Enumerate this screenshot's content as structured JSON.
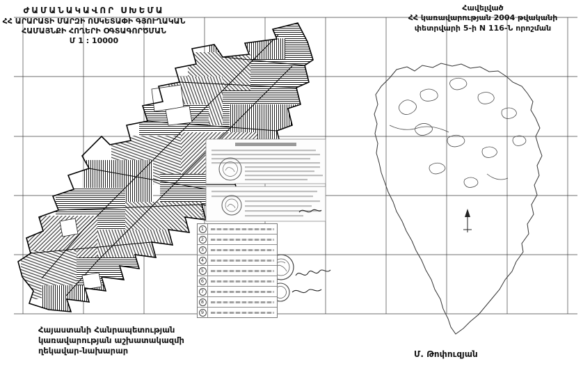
{
  "titles": {
    "scheme": {
      "line1": "ԺԱՄԱՆԱԿԱՎՈՐ ՍԽԵՄԱ",
      "line2": "ՀՀ ԱՐԱՐԱՏԻ ՄԱՐԶԻ ՈՍԿԵՏԱՓԻ ԳՅՈՒՂԱԿԱՆ",
      "line3": "ՀԱՄԱՅՆՔԻ ՀՈՂԵՐԻ ՕԳՏԱԳՈՐԾՄԱՆ",
      "line4": "Մ 1 : 10000"
    },
    "annex": {
      "line1": "Հավելված",
      "line2": "ՀՀ կառավարության 2004 թվականի",
      "line3": "փետրվարի 5-ի N 116-Ն որոշման"
    }
  },
  "footer": {
    "issuer": {
      "line1": "Հայաստանի Հանրապետության",
      "line2": "կառավարության աշխատակազմի",
      "line3": "ղեկավար-նախարար"
    },
    "signature": "Մ. Թոփուզյան"
  },
  "legend": {
    "rows": [
      {
        "num": "1"
      },
      {
        "num": "2"
      },
      {
        "num": "3"
      },
      {
        "num": "4"
      },
      {
        "num": "5"
      },
      {
        "num": "6"
      },
      {
        "num": "7"
      },
      {
        "num": "8"
      },
      {
        "num": "9"
      }
    ]
  },
  "colors": {
    "ink": "#111111",
    "grid": "#3f3f3f",
    "paper": "#ffffff",
    "stamp": "#555555"
  }
}
